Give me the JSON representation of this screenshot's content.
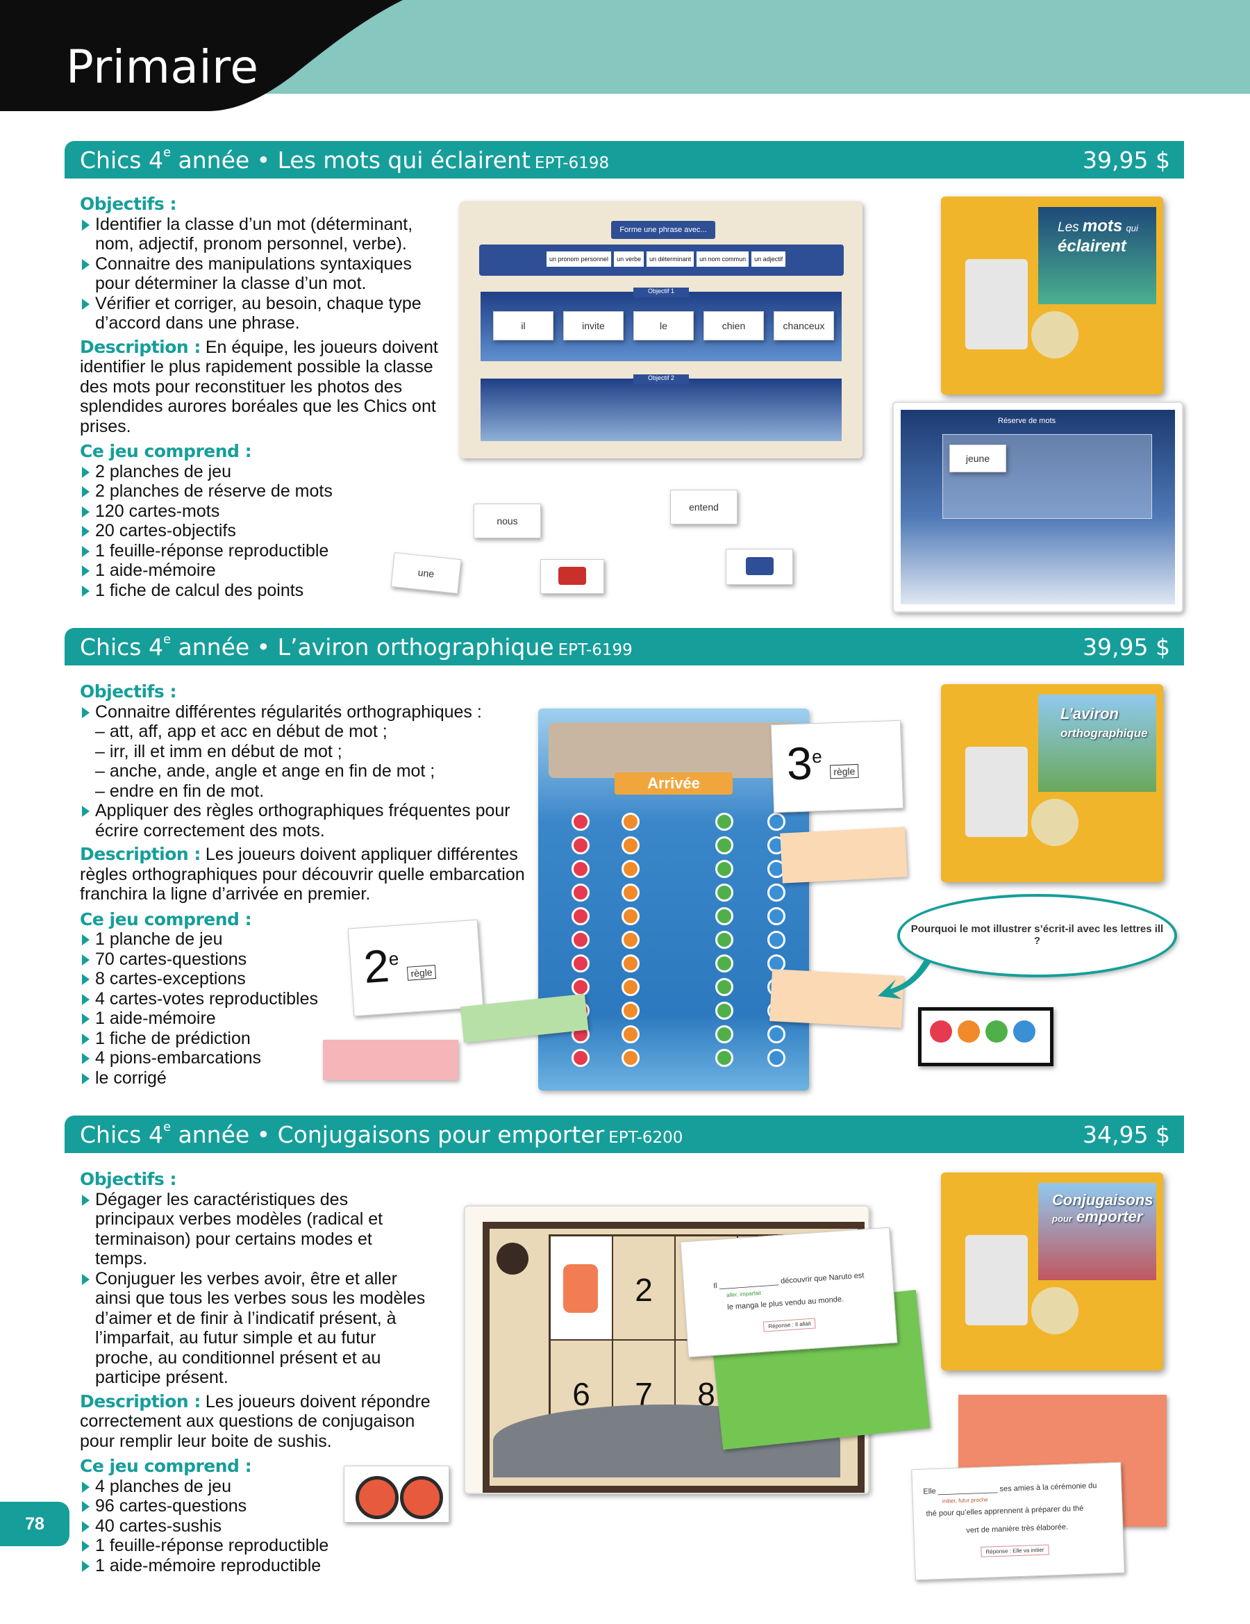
{
  "page": {
    "title": "Primaire",
    "number": "78"
  },
  "products": [
    {
      "prefix": "Chics 4",
      "ordinal": "e",
      "rest": " année • Les mots qui éclairent",
      "code": "EPT-6198",
      "price": "39,95 $",
      "objectifs_label": "Objectifs :",
      "objectifs": [
        "Identifier la classe d’un mot (déterminant, nom, adjectif, pronom personnel, verbe).",
        "Connaitre des manipulations syntaxiques pour déterminer la classe d’un mot.",
        "Vérifier et corriger, au besoin, chaque type d’accord dans une phrase."
      ],
      "description_label": "Description :",
      "description": "En équipe, les joueurs doivent identifier le plus rapidement possible la classe des mots pour reconstituer les photos des splendides aurores boréales que les Chics ont prises.",
      "contents_label": "Ce jeu comprend :",
      "contents": [
        "2 planches de jeu",
        "2 planches de réserve de mots",
        "120 cartes-mots",
        "20 cartes-objectifs",
        "1 feuille-réponse reproductible",
        "1 aide-mémoire",
        "1 fiche de calcul des points"
      ],
      "box_title": [
        "Les",
        "mots",
        "qui",
        "éclairent"
      ],
      "board": {
        "banner": "Forme une phrase avec...",
        "choices": [
          "un pronom personnel",
          "un verbe",
          "un déterminant",
          "un nom commun",
          "un adjectif"
        ],
        "objective1": "Objectif 1",
        "objective2": "Objectif 2",
        "words": [
          "il",
          "invite",
          "le",
          "chien",
          "chanceux"
        ]
      },
      "reserve_title": "Réserve de mots",
      "reserve_word": "jeune",
      "loose_cards": [
        "nous",
        "entend",
        "une"
      ]
    },
    {
      "prefix": "Chics 4",
      "ordinal": "e",
      "rest": " année • L’aviron orthographique",
      "code": "EPT-6199",
      "price": "39,95 $",
      "objectifs_label": "Objectifs :",
      "objectifs_html": [
        {
          "t": "Connaitre différentes régularités orthographiques :",
          "sub": false
        },
        {
          "t": "– att, aff, app et acc en début de mot ;",
          "sub": true
        },
        {
          "t": "– irr, ill et imm en début de mot ;",
          "sub": true
        },
        {
          "t": "– anche, ande, angle et ange en fin de mot ;",
          "sub": true
        },
        {
          "t": "– endre en fin de mot.",
          "sub": true
        },
        {
          "t": "Appliquer des règles orthographiques fréquentes pour écrire correctement des mots.",
          "sub": false
        }
      ],
      "description_label": "Description :",
      "description": "Les joueurs doivent appliquer différentes règles orthographiques pour découvrir quelle embarcation franchira la ligne d’arrivée en premier.",
      "contents_label": "Ce jeu comprend :",
      "contents": [
        "1 planche de jeu",
        "70 cartes-questions",
        "8 cartes-exceptions",
        "4 cartes-votes reproductibles",
        "1 aide-mémoire",
        "1 fiche de prédiction",
        "4 pions-embarcations",
        "le corrigé"
      ],
      "box_title": [
        "L’aviron",
        "orthographique"
      ],
      "finish_label": "Arrivée",
      "rule2": {
        "num": "2",
        "sup": "e",
        "word": "règle"
      },
      "rule3": {
        "num": "3",
        "sup": "e",
        "word": "règle"
      },
      "bubble": "Pourquoi le mot illustrer s’écrit-il avec les lettres ill ?"
    },
    {
      "prefix": "Chics 4",
      "ordinal": "e",
      "rest": " année • Conjugaisons pour emporter",
      "code": "EPT-6200",
      "price": "34,95 $",
      "objectifs_label": "Objectifs :",
      "objectifs": [
        "Dégager les caractéristiques des principaux verbes modèles (radical et terminaison) pour certains modes et temps.",
        "Conjuguer les verbes avoir, être et aller ainsi que tous les verbes sous les modèles d’aimer et de finir à l’indicatif présent, à l’imparfait, au futur simple et au futur proche, au conditionnel présent et au participe présent."
      ],
      "description_label": "Description :",
      "description": "Les joueurs doivent répondre correctement aux questions de conjugaison pour remplir leur boite de sushis.",
      "contents_label": "Ce jeu comprend :",
      "contents": [
        "4 planches de jeu",
        "96 cartes-questions",
        "40 cartes-sushis",
        "1 feuille-réponse reproductible",
        "1 aide-mémoire reproductible"
      ],
      "box_title": [
        "Conjugaisons",
        "pour",
        "emporter"
      ],
      "grid_numbers": [
        "2",
        "6",
        "7",
        "8"
      ],
      "qcard1": {
        "line1a": "Il",
        "line1b": "découvrir que Naruto est",
        "hint": "aller, imparfait",
        "line2": "le manga le plus vendu au monde.",
        "answer": "Réponse : Il allait"
      },
      "qcard2": {
        "line1a": "Elle",
        "line1b": "ses amies à la cérémonie du",
        "hint": "initier, futur proche",
        "line2": "thé pour qu’elles apprennent à préparer du thé",
        "line3": "vert de manière très élaborée.",
        "answer": "Réponse : Elle va initier"
      }
    }
  ],
  "colors": {
    "teal": "#169e9a",
    "band": "#86c7bf",
    "box": "#f1b52b"
  }
}
